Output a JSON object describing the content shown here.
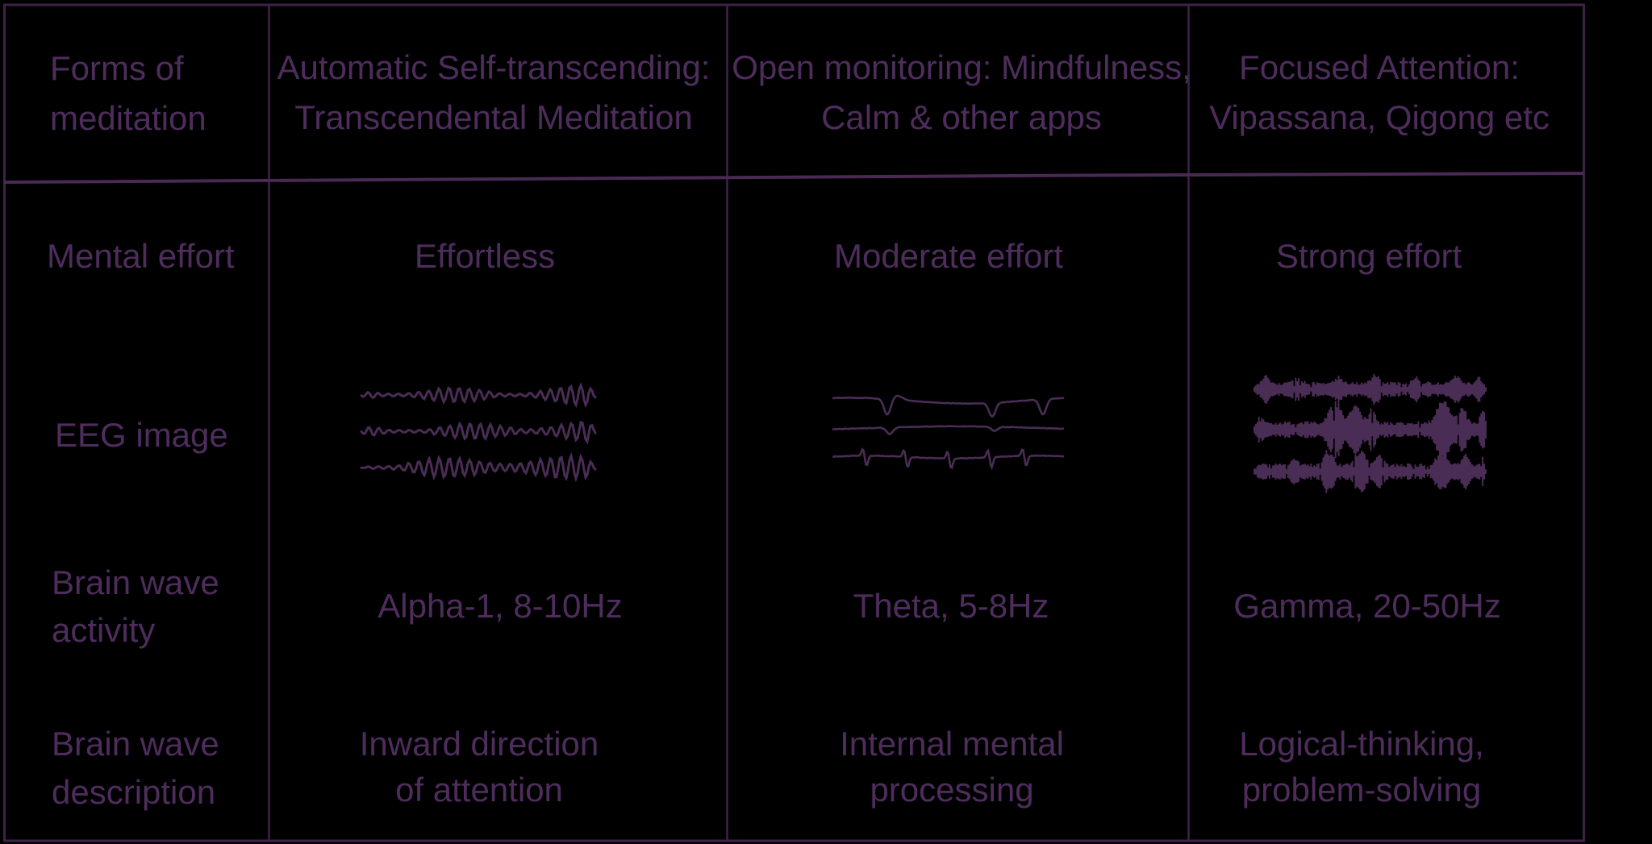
{
  "page": {
    "background_color": "#000000",
    "text_color": "#4e2d5d",
    "grid_line_color": "#3e2349",
    "header_separator_color": "#4a2a55",
    "waveform_color": "#4a2d55"
  },
  "table": {
    "header": {
      "cells": [
        {
          "lines": [
            "Forms of",
            "meditation"
          ]
        },
        {
          "lines": [
            "Automatic Self-transcending:",
            "Transcendental Meditation"
          ]
        },
        {
          "lines": [
            "Open monitoring: Mindfulness,",
            "Calm & other apps"
          ]
        },
        {
          "lines": [
            "Focused Attention:",
            "Vipassana, Qigong etc"
          ]
        }
      ]
    },
    "rows": [
      {
        "label": {
          "lines": [
            "Mental effort"
          ]
        },
        "cells": [
          {
            "lines": [
              "Effortless"
            ]
          },
          {
            "lines": [
              "Moderate effort"
            ]
          },
          {
            "lines": [
              "Strong effort"
            ]
          }
        ]
      },
      {
        "label": {
          "lines": [
            "EEG image"
          ]
        },
        "eeg_images": [
          {
            "icon": "alpha-eeg-waveform-icon",
            "style": "alpha",
            "traces": 3
          },
          {
            "icon": "theta-eeg-waveform-icon",
            "style": "theta",
            "traces": 3
          },
          {
            "icon": "gamma-eeg-waveform-icon",
            "style": "gamma",
            "traces": 3
          }
        ]
      },
      {
        "label": {
          "lines": [
            "Brain wave",
            "activity"
          ]
        },
        "cells": [
          {
            "lines": [
              "Alpha-1, 8-10Hz"
            ]
          },
          {
            "lines": [
              "Theta, 5-8Hz"
            ]
          },
          {
            "lines": [
              "Gamma, 20-50Hz"
            ]
          }
        ]
      },
      {
        "label": {
          "lines": [
            "Brain wave",
            "description"
          ]
        },
        "cells": [
          {
            "lines": [
              "Inward direction",
              "of attention"
            ]
          },
          {
            "lines": [
              "Internal mental",
              "processing"
            ]
          },
          {
            "lines": [
              "Logical-thinking,",
              "problem-solving"
            ]
          }
        ]
      }
    ]
  }
}
